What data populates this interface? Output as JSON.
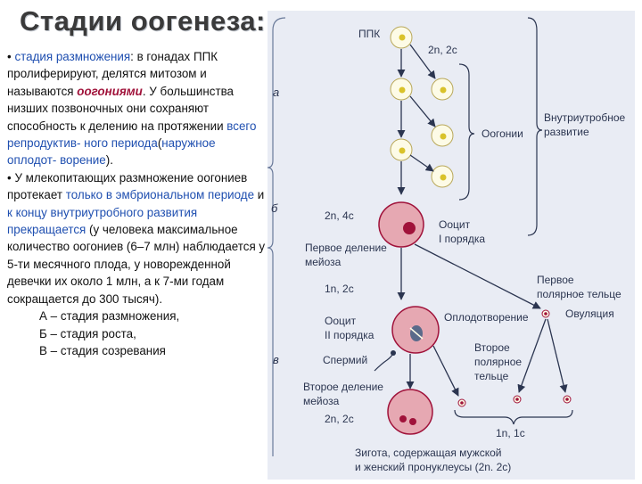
{
  "title": "Стадии оогенеза:",
  "text": {
    "b1_bullet": "•",
    "b1_stage": "стадия размножения",
    "b1_a": ": в гонадах ППК пролиферируют, делятся митозом и называются ",
    "b1_oogonia": "оогониями",
    "b1_b": ". У большинства низших позвоночных они сохраняют способность к делению на протяжении ",
    "b1_blue1": "всего репродуктив- ного периода",
    "b1_c": "(",
    "b1_blue2": "наружное оплодот- ворение",
    "b1_d": ").",
    "b2_bullet": "•",
    "b2_a": "У млекопитающих размножение оогониев протекает ",
    "b2_blue1": "только в эмбриональном периоде",
    "b2_b": " и ",
    "b2_blue2": "к концу внутриутробного развития прекращается",
    "b2_c": " (у человека максимальное количество оогониев (6–7 млн) наблюдается у 5-ти месячного плода, у новорежденной девечки их около 1 млн, а к 7-ми годам сокращается до 300 тысяч).",
    "stage_a": "А – стадия размножения,",
    "stage_b": "Б – стадия роста,",
    "stage_c": "В – стадия созревания"
  },
  "diagram": {
    "ppk": "ППК",
    "n2c2": "2n, 2c",
    "oogonia": "Оогонии",
    "intrauterine_1": "Внутриутробное",
    "intrauterine_2": "развитие",
    "mark_a": "а",
    "mark_b": "б",
    "mark_v": "в",
    "n2c4": "2n, 4c",
    "oocyte1_1": "Ооцит",
    "oocyte1_2": "I порядка",
    "meiosis1_1": "Первое деление",
    "meiosis1_2": "мейоза",
    "n1c2_top": "1n, 2c",
    "oocyte2_1": "Ооцит",
    "oocyte2_2": "II порядка",
    "polar1_1": "Первое",
    "polar1_2": "полярное тельце",
    "ovulation": "Овуляция",
    "fertilization": "Оплодотворение",
    "sperm": "Спермий",
    "polar2_1": "Второе",
    "polar2_2": "полярное",
    "polar2_3": "тельце",
    "meiosis2_1": "Второе деление",
    "meiosis2_2": "мейоза",
    "n1c2_bottom": "2n, 2c",
    "n1c1": "1n, 1c",
    "zygote_1": "Зигота, содержащая мужской",
    "zygote_2": "и женский пронуклеусы (2n. 2c)"
  },
  "colors": {
    "text_blue": "#1f4fb0",
    "text_red": "#a0123a",
    "panel_bg": "#e9ecf4",
    "cell_small_fill": "#fdfbe6",
    "nucleus_yellow": "#d9c22a",
    "large_cell": "#e6a8b2",
    "large_nucleus": "#a0123a"
  }
}
